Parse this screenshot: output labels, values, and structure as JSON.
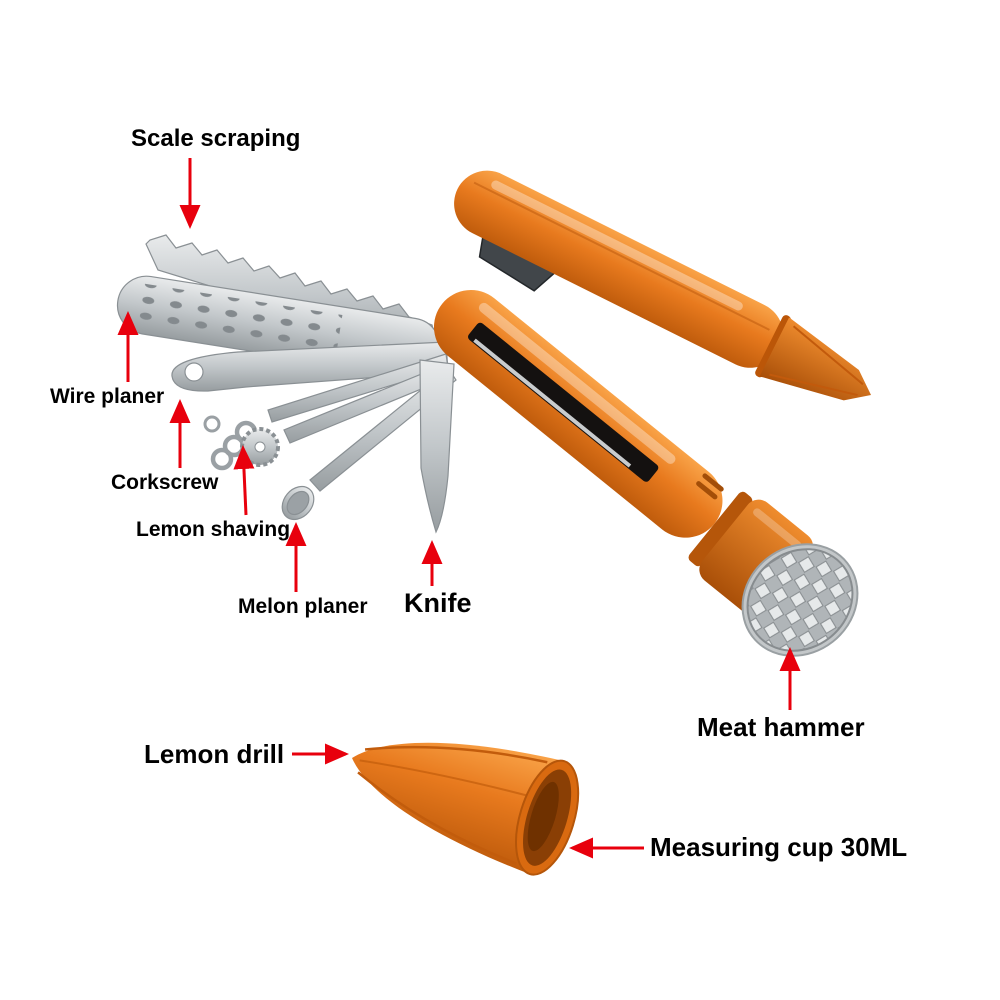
{
  "meta": {
    "background_color": "#ffffff",
    "accent_red": "#e8000d",
    "product_orange": "#e87a1e",
    "steel_gray": "#b9bec1"
  },
  "labels": {
    "scale_scraping": "Scale scraping",
    "wire_planer": "Wire planer",
    "corkscrew": "Corkscrew",
    "lemon_shaving": "Lemon shaving",
    "melon_planer": "Melon planer",
    "knife": "Knife",
    "meat_hammer": "Meat hammer",
    "lemon_drill": "Lemon drill",
    "measuring_cup": "Measuring cup 30ML"
  }
}
